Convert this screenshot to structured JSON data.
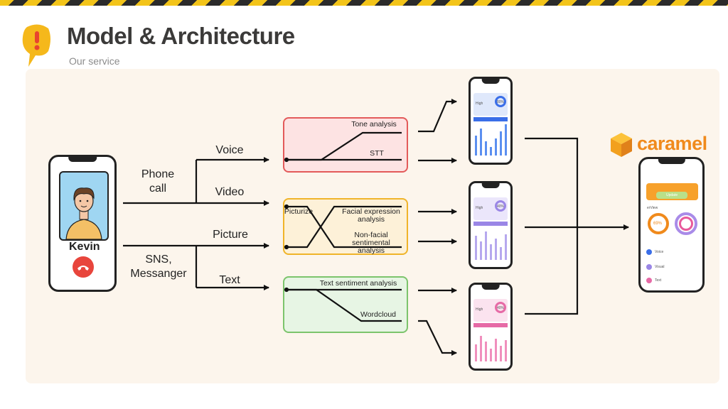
{
  "header": {
    "title": "Model & Architecture",
    "subtitle": "Our service"
  },
  "caller": {
    "name": "Kevin"
  },
  "sources": {
    "phone_call": "Phone\ncall",
    "sns": "SNS,\nMessanger"
  },
  "channels": {
    "voice": "Voice",
    "video": "Video",
    "picture": "Picture",
    "text": "Text"
  },
  "boxes": {
    "tone": {
      "tone_analysis": "Tone analysis",
      "stt": "STT"
    },
    "image": {
      "picturize": "Picturize",
      "facial": "Facial expression\nanalysis",
      "nonfacial": "Non-facial\nsentimental analysis"
    },
    "text": {
      "sentiment": "Text sentiment analysis",
      "wordcloud": "Wordcloud"
    }
  },
  "brand": {
    "name": "caramel",
    "accent": "#f08a1c"
  },
  "result_phone": {
    "button": "Update",
    "overview": "erView",
    "percent": "69%",
    "items": [
      "Voice",
      "Visual",
      "Text"
    ]
  },
  "mini_phones": [
    {
      "label": "High",
      "percent": "80%",
      "color": "#3a6ee8"
    },
    {
      "label": "High",
      "percent": "40%",
      "color": "#9a86e6"
    },
    {
      "label": "High",
      "percent": "40%",
      "color": "#e66aa6"
    }
  ],
  "colors": {
    "tone_box": "#e35a5a",
    "image_box": "#f0b429",
    "text_box": "#7cc46c"
  }
}
